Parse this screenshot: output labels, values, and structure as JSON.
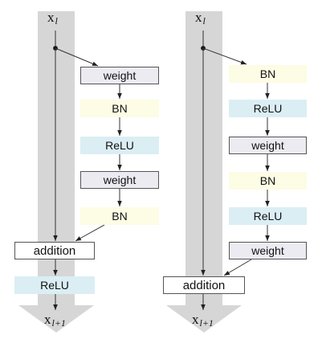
{
  "left_block": {
    "input_label": "x",
    "input_sub": "l",
    "output_label": "x",
    "output_sub": "l+1",
    "nodes": [
      "weight",
      "BN",
      "ReLU",
      "weight",
      "BN",
      "addition",
      "ReLU"
    ]
  },
  "right_block": {
    "input_label": "x",
    "input_sub": "l",
    "output_label": "x",
    "output_sub": "l+1",
    "nodes": [
      "BN",
      "ReLU",
      "weight",
      "BN",
      "ReLU",
      "weight",
      "addition"
    ]
  },
  "colors": {
    "highway": "#d6d6d6",
    "weight_fill": "#ecebf2",
    "bn_fill": "#fdfce4",
    "relu_fill": "#dbeef4",
    "addition_fill": "#ffffff",
    "line": "#333333"
  }
}
